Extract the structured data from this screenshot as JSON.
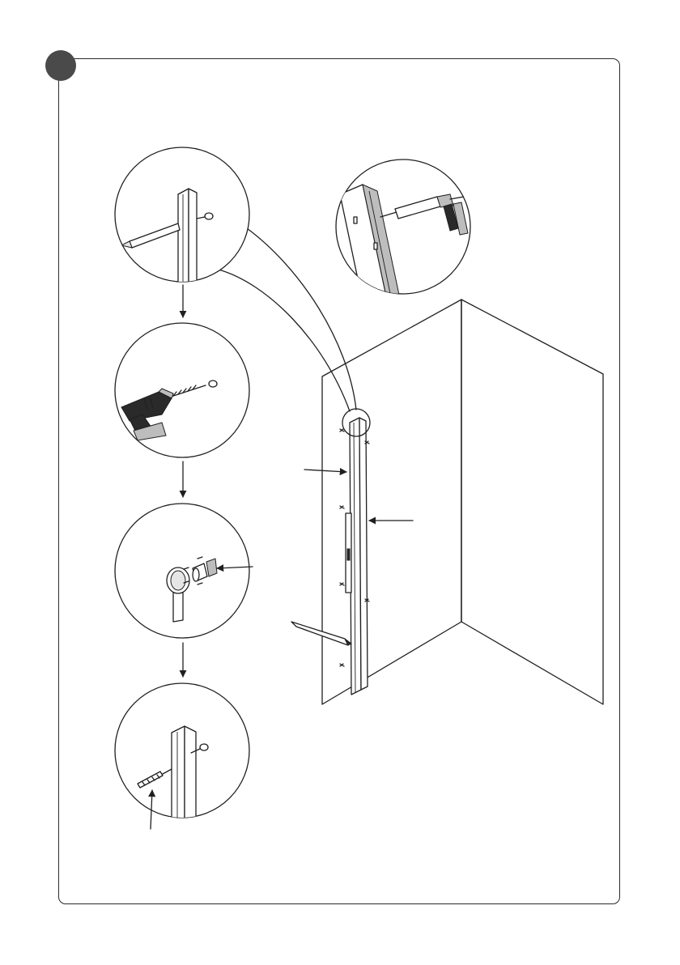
{
  "diagram": {
    "step_marker": "filled-circle",
    "detail_views": [
      "mark-hole-position",
      "drill-hole",
      "insert-wall-plug",
      "fix-profile-with-screw",
      "apply-silicone-sealant"
    ],
    "icons": [
      "pencil-icon",
      "drill-icon",
      "wall-plug-icon",
      "screw-icon",
      "silicone-gun-icon"
    ]
  },
  "colors": {
    "line": "#1f1f1f",
    "fill_dark": "#2a2a2a",
    "fill_mid": "#bdbdbd",
    "step_dot": "#4a4a4a"
  }
}
